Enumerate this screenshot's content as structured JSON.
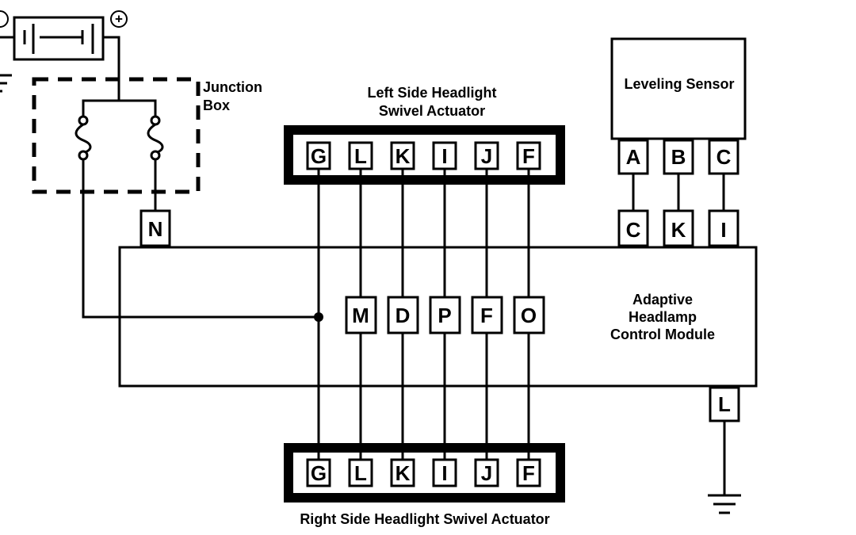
{
  "diagram": {
    "battery": {
      "positive_symbol": "+",
      "negative_symbol": "−"
    },
    "junction_box": {
      "label_line1": "Junction",
      "label_line2": "Box",
      "fuse_count": 2
    },
    "module": {
      "label_lines": [
        "Adaptive",
        "Headlamp",
        "Control Module"
      ],
      "top_pin_power": "N",
      "sensor_pins": [
        "C",
        "K",
        "I"
      ],
      "actuator_pins": [
        "M",
        "D",
        "P",
        "F",
        "O"
      ],
      "ground_pin": "L"
    },
    "leveling_sensor": {
      "label": "Leveling Sensor",
      "pins": [
        "A",
        "B",
        "C"
      ]
    },
    "left_actuator": {
      "label_line1": "Left Side Headlight",
      "label_line2": "Swivel Actuator",
      "pins": [
        "G",
        "L",
        "K",
        "I",
        "J",
        "F"
      ]
    },
    "right_actuator": {
      "label": "Right Side Headlight Swivel Actuator",
      "pins": [
        "G",
        "L",
        "K",
        "I",
        "J",
        "F"
      ]
    }
  }
}
